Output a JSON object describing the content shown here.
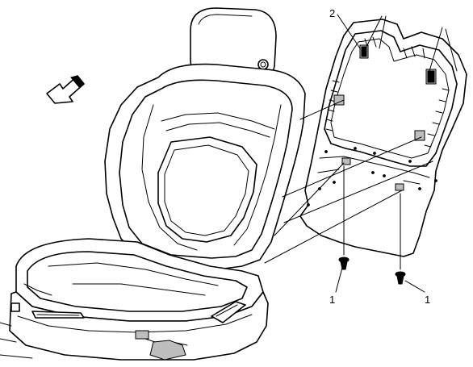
{
  "callouts": {
    "label_1_left": "1",
    "label_1_right": "1",
    "label_2": "2"
  },
  "icons": {
    "direction_arrow": "arrow-front-icon"
  }
}
